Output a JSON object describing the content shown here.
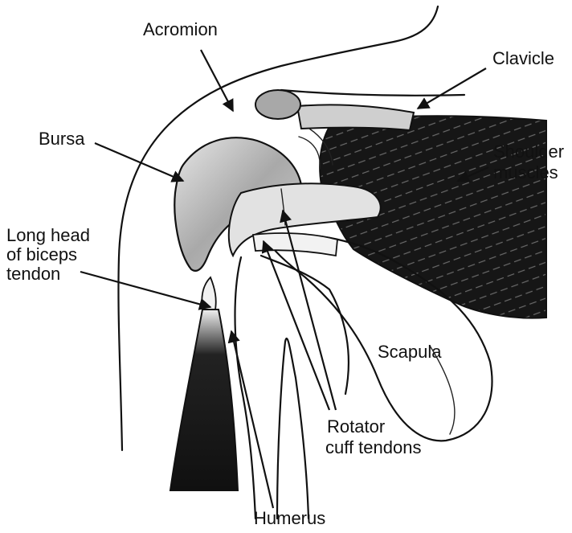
{
  "labels": {
    "acromion": "Acromion",
    "clavicle": "Clavicle",
    "bursa": "Bursa",
    "shoulder_muscles": [
      "Shoulder",
      "muscles"
    ],
    "long_head": [
      "Long head",
      "of biceps",
      "tendon"
    ],
    "scapula": "Scapula",
    "rotator_cuff": [
      "Rotator",
      "cuff tendons"
    ],
    "humerus": "Humerus"
  },
  "colors": {
    "ink": "#111111",
    "muscle_dark": "#151515",
    "bursa_gray": "#bdbdbd",
    "tendon_gray": "#d9d9d9"
  }
}
